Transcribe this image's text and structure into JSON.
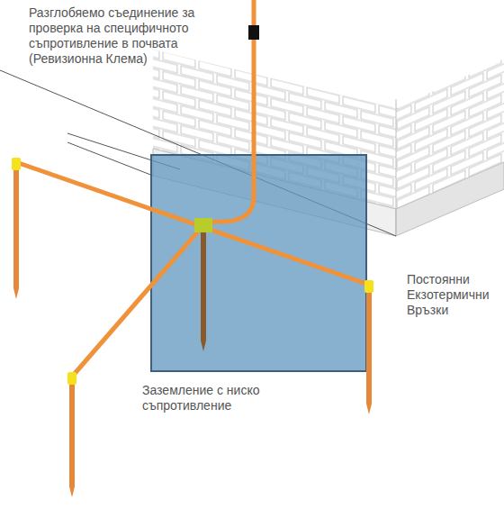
{
  "diagram": {
    "labels": [
      "Разглобяемо съединение за проверка на специфичното съпротивление в почвата (Ревизионна Клема)",
      "Постоянни Екзотермични Връзки",
      "Заземление с ниско съпротивление"
    ]
  }
}
